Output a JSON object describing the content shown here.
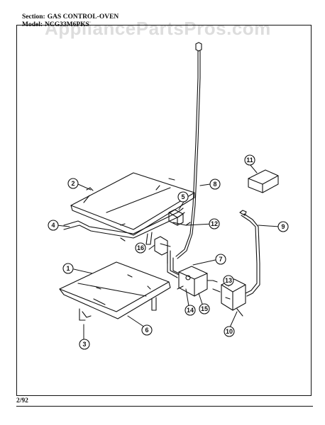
{
  "header": {
    "section_key": "Section:",
    "section_value": "GAS CONTROL-OVEN",
    "model_key": "Model:",
    "model_value": "NCG33M6PKS"
  },
  "watermark": "AppliancePartsPros.com",
  "footer": {
    "date": "2/92"
  },
  "callouts": [
    "1",
    "2",
    "3",
    "4",
    "5",
    "6",
    "7",
    "8",
    "9",
    "10",
    "11",
    "12",
    "13",
    "14",
    "15",
    "16"
  ]
}
